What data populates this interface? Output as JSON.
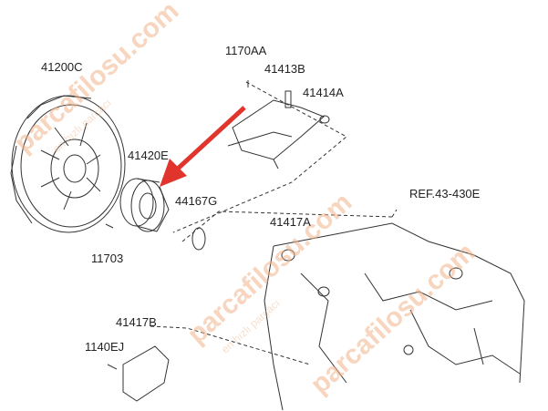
{
  "labels": {
    "l41200C": "41200C",
    "l1170AA": "1170AA",
    "l41413B": "41413B",
    "l41414A": "41414A",
    "l41420E": "41420E",
    "l44167G": "44167G",
    "lREF": "REF.43-430E",
    "l41417A": "41417A",
    "l11703": "11703",
    "l41417B": "41417B",
    "l1140EJ": "1140EJ"
  },
  "watermark": {
    "site": "parcafilosu.com",
    "slogan": "en hızlı parçacı"
  },
  "colors": {
    "arrow": "#e0342c",
    "line": "#333333",
    "watermark": "#f2b48a"
  }
}
